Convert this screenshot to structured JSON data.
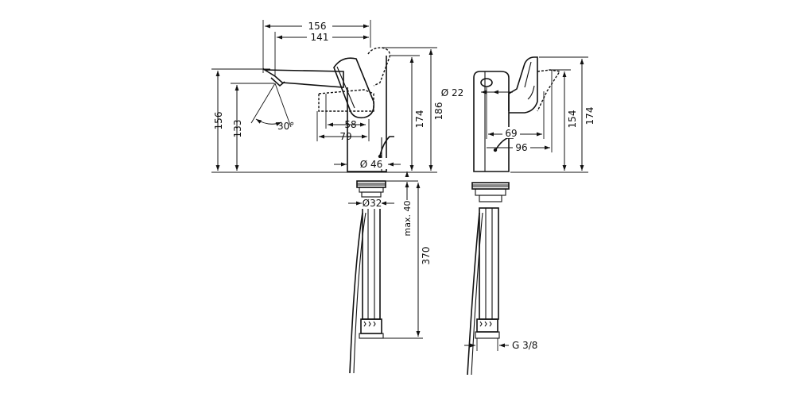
{
  "diagram": {
    "side_view": {
      "dim_top_outer": "156",
      "dim_top_inner": "141",
      "dim_left_outer": "156",
      "dim_left_inner": "133",
      "dim_angle": "30°",
      "dim_lever_58": "58",
      "dim_lever_79": "79",
      "dim_body_diameter": "Ø 46",
      "dim_height_174": "174",
      "dim_height_186": "186",
      "dim_waste_diameter": "Ø32",
      "dim_max_40": "max. 40",
      "dim_hose_370": "370"
    },
    "front_view": {
      "dim_outlet_diameter": "Ø 22",
      "dim_69": "69",
      "dim_96": "96",
      "dim_154": "154",
      "dim_174": "174",
      "dim_thread": "G 3/8"
    }
  }
}
